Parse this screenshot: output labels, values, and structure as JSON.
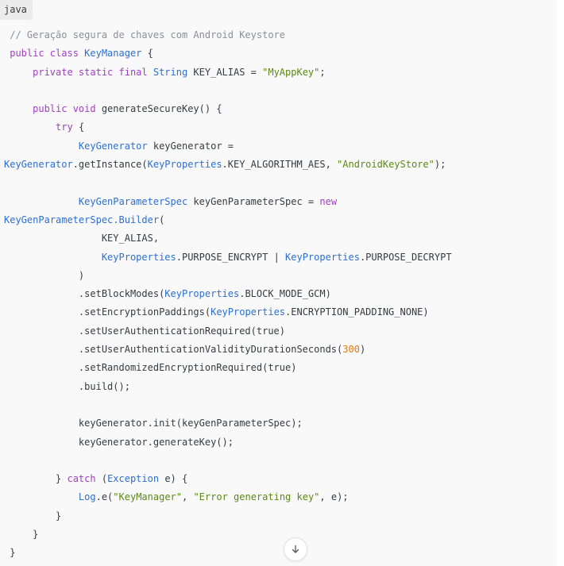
{
  "code_block": {
    "language": "java",
    "lines": [
      [
        {
          "t": "comment",
          "v": " // Geração segura de chaves com Android Keystore"
        }
      ],
      [
        {
          "t": "plain",
          "v": " "
        },
        {
          "t": "keyword",
          "v": "public class "
        },
        {
          "t": "type",
          "v": "KeyManager"
        },
        {
          "t": "plain",
          "v": " {"
        }
      ],
      [
        {
          "t": "plain",
          "v": "     "
        },
        {
          "t": "keyword",
          "v": "private static final "
        },
        {
          "t": "type",
          "v": "String"
        },
        {
          "t": "plain",
          "v": " KEY_ALIAS = "
        },
        {
          "t": "string",
          "v": "\"MyAppKey\""
        },
        {
          "t": "plain",
          "v": ";"
        }
      ],
      [
        {
          "t": "plain",
          "v": ""
        }
      ],
      [
        {
          "t": "plain",
          "v": "     "
        },
        {
          "t": "keyword",
          "v": "public void "
        },
        {
          "t": "plain",
          "v": "generateSecureKey() {"
        }
      ],
      [
        {
          "t": "plain",
          "v": "         "
        },
        {
          "t": "keyword",
          "v": "try"
        },
        {
          "t": "plain",
          "v": " {"
        }
      ],
      [
        {
          "t": "plain",
          "v": "             "
        },
        {
          "t": "type",
          "v": "KeyGenerator"
        },
        {
          "t": "plain",
          "v": " keyGenerator ="
        }
      ],
      [
        {
          "t": "type",
          "v": "KeyGenerator"
        },
        {
          "t": "plain",
          "v": ".getInstance("
        },
        {
          "t": "type",
          "v": "KeyProperties"
        },
        {
          "t": "plain",
          "v": ".KEY_ALGORITHM_AES, "
        },
        {
          "t": "string",
          "v": "\"AndroidKeyStore\""
        },
        {
          "t": "plain",
          "v": ");"
        }
      ],
      [
        {
          "t": "plain",
          "v": ""
        }
      ],
      [
        {
          "t": "plain",
          "v": "             "
        },
        {
          "t": "type",
          "v": "KeyGenParameterSpec"
        },
        {
          "t": "plain",
          "v": " keyGenParameterSpec = "
        },
        {
          "t": "keyword",
          "v": "new"
        }
      ],
      [
        {
          "t": "type",
          "v": "KeyGenParameterSpec.Builder"
        },
        {
          "t": "plain",
          "v": "("
        }
      ],
      [
        {
          "t": "plain",
          "v": "                 KEY_ALIAS,"
        }
      ],
      [
        {
          "t": "plain",
          "v": "                 "
        },
        {
          "t": "type",
          "v": "KeyProperties"
        },
        {
          "t": "plain",
          "v": ".PURPOSE_ENCRYPT | "
        },
        {
          "t": "type",
          "v": "KeyProperties"
        },
        {
          "t": "plain",
          "v": ".PURPOSE_DECRYPT"
        }
      ],
      [
        {
          "t": "plain",
          "v": "             )"
        }
      ],
      [
        {
          "t": "plain",
          "v": "             .setBlockModes("
        },
        {
          "t": "type",
          "v": "KeyProperties"
        },
        {
          "t": "plain",
          "v": ".BLOCK_MODE_GCM)"
        }
      ],
      [
        {
          "t": "plain",
          "v": "             .setEncryptionPaddings("
        },
        {
          "t": "type",
          "v": "KeyProperties"
        },
        {
          "t": "plain",
          "v": ".ENCRYPTION_PADDING_NONE)"
        }
      ],
      [
        {
          "t": "plain",
          "v": "             .setUserAuthenticationRequired(true)"
        }
      ],
      [
        {
          "t": "plain",
          "v": "             .setUserAuthenticationValidityDurationSeconds("
        },
        {
          "t": "number",
          "v": "300"
        },
        {
          "t": "plain",
          "v": ")"
        }
      ],
      [
        {
          "t": "plain",
          "v": "             .setRandomizedEncryptionRequired(true)"
        }
      ],
      [
        {
          "t": "plain",
          "v": "             .build();"
        }
      ],
      [
        {
          "t": "plain",
          "v": ""
        }
      ],
      [
        {
          "t": "plain",
          "v": "             keyGenerator.init(keyGenParameterSpec);"
        }
      ],
      [
        {
          "t": "plain",
          "v": "             keyGenerator.generateKey();"
        }
      ],
      [
        {
          "t": "plain",
          "v": ""
        }
      ],
      [
        {
          "t": "plain",
          "v": "         } "
        },
        {
          "t": "keyword",
          "v": "catch"
        },
        {
          "t": "plain",
          "v": " ("
        },
        {
          "t": "type",
          "v": "Exception"
        },
        {
          "t": "plain",
          "v": " e) {"
        }
      ],
      [
        {
          "t": "plain",
          "v": "             "
        },
        {
          "t": "type",
          "v": "Log"
        },
        {
          "t": "plain",
          "v": ".e("
        },
        {
          "t": "string",
          "v": "\"KeyManager\""
        },
        {
          "t": "plain",
          "v": ", "
        },
        {
          "t": "string",
          "v": "\"Error generating key\""
        },
        {
          "t": "plain",
          "v": ", e);"
        }
      ],
      [
        {
          "t": "plain",
          "v": "         }"
        }
      ],
      [
        {
          "t": "plain",
          "v": "     }"
        }
      ],
      [
        {
          "t": "plain",
          "v": " }"
        }
      ]
    ]
  },
  "scroll_button": {
    "icon": "arrow-down-icon"
  }
}
